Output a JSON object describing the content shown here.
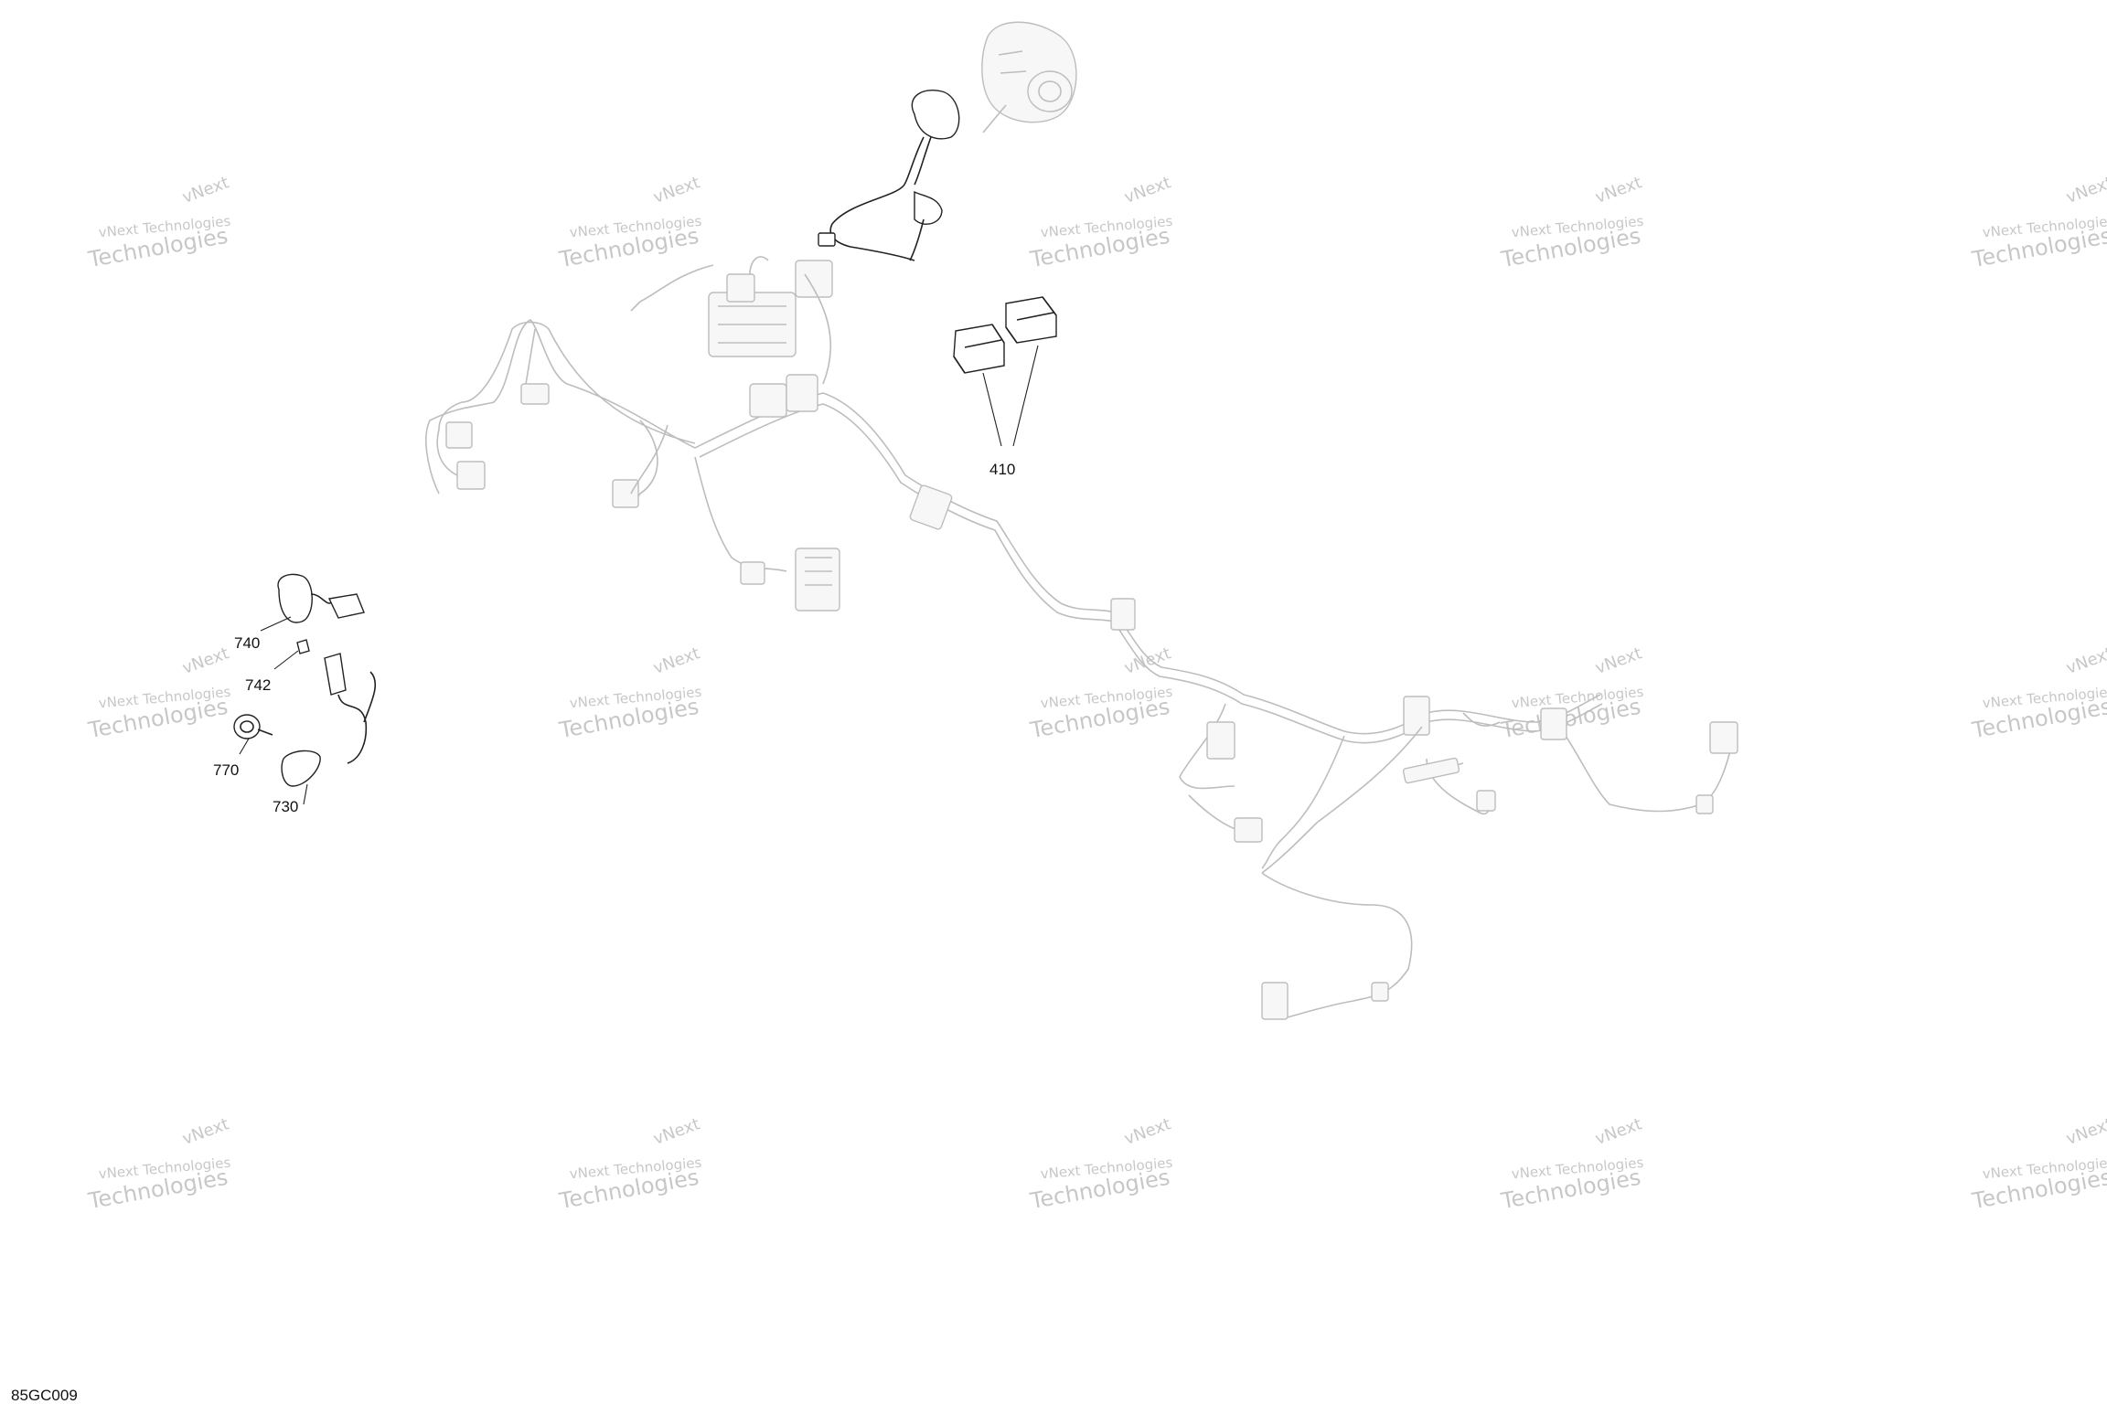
{
  "figure_id": "85GC009",
  "callouts": [
    {
      "key": "c410",
      "label": "410"
    },
    {
      "key": "c740",
      "label": "740"
    },
    {
      "key": "c742",
      "label": "742"
    },
    {
      "key": "c770",
      "label": "770"
    },
    {
      "key": "c730",
      "label": "730"
    }
  ],
  "watermark": {
    "line1": "vNext Technologies",
    "line2": "Technologies",
    "line3": "vNext"
  },
  "colors": {
    "ghost_line": "#bdbdbd",
    "dark_line": "#222222",
    "watermark": "#9a9a9a"
  }
}
